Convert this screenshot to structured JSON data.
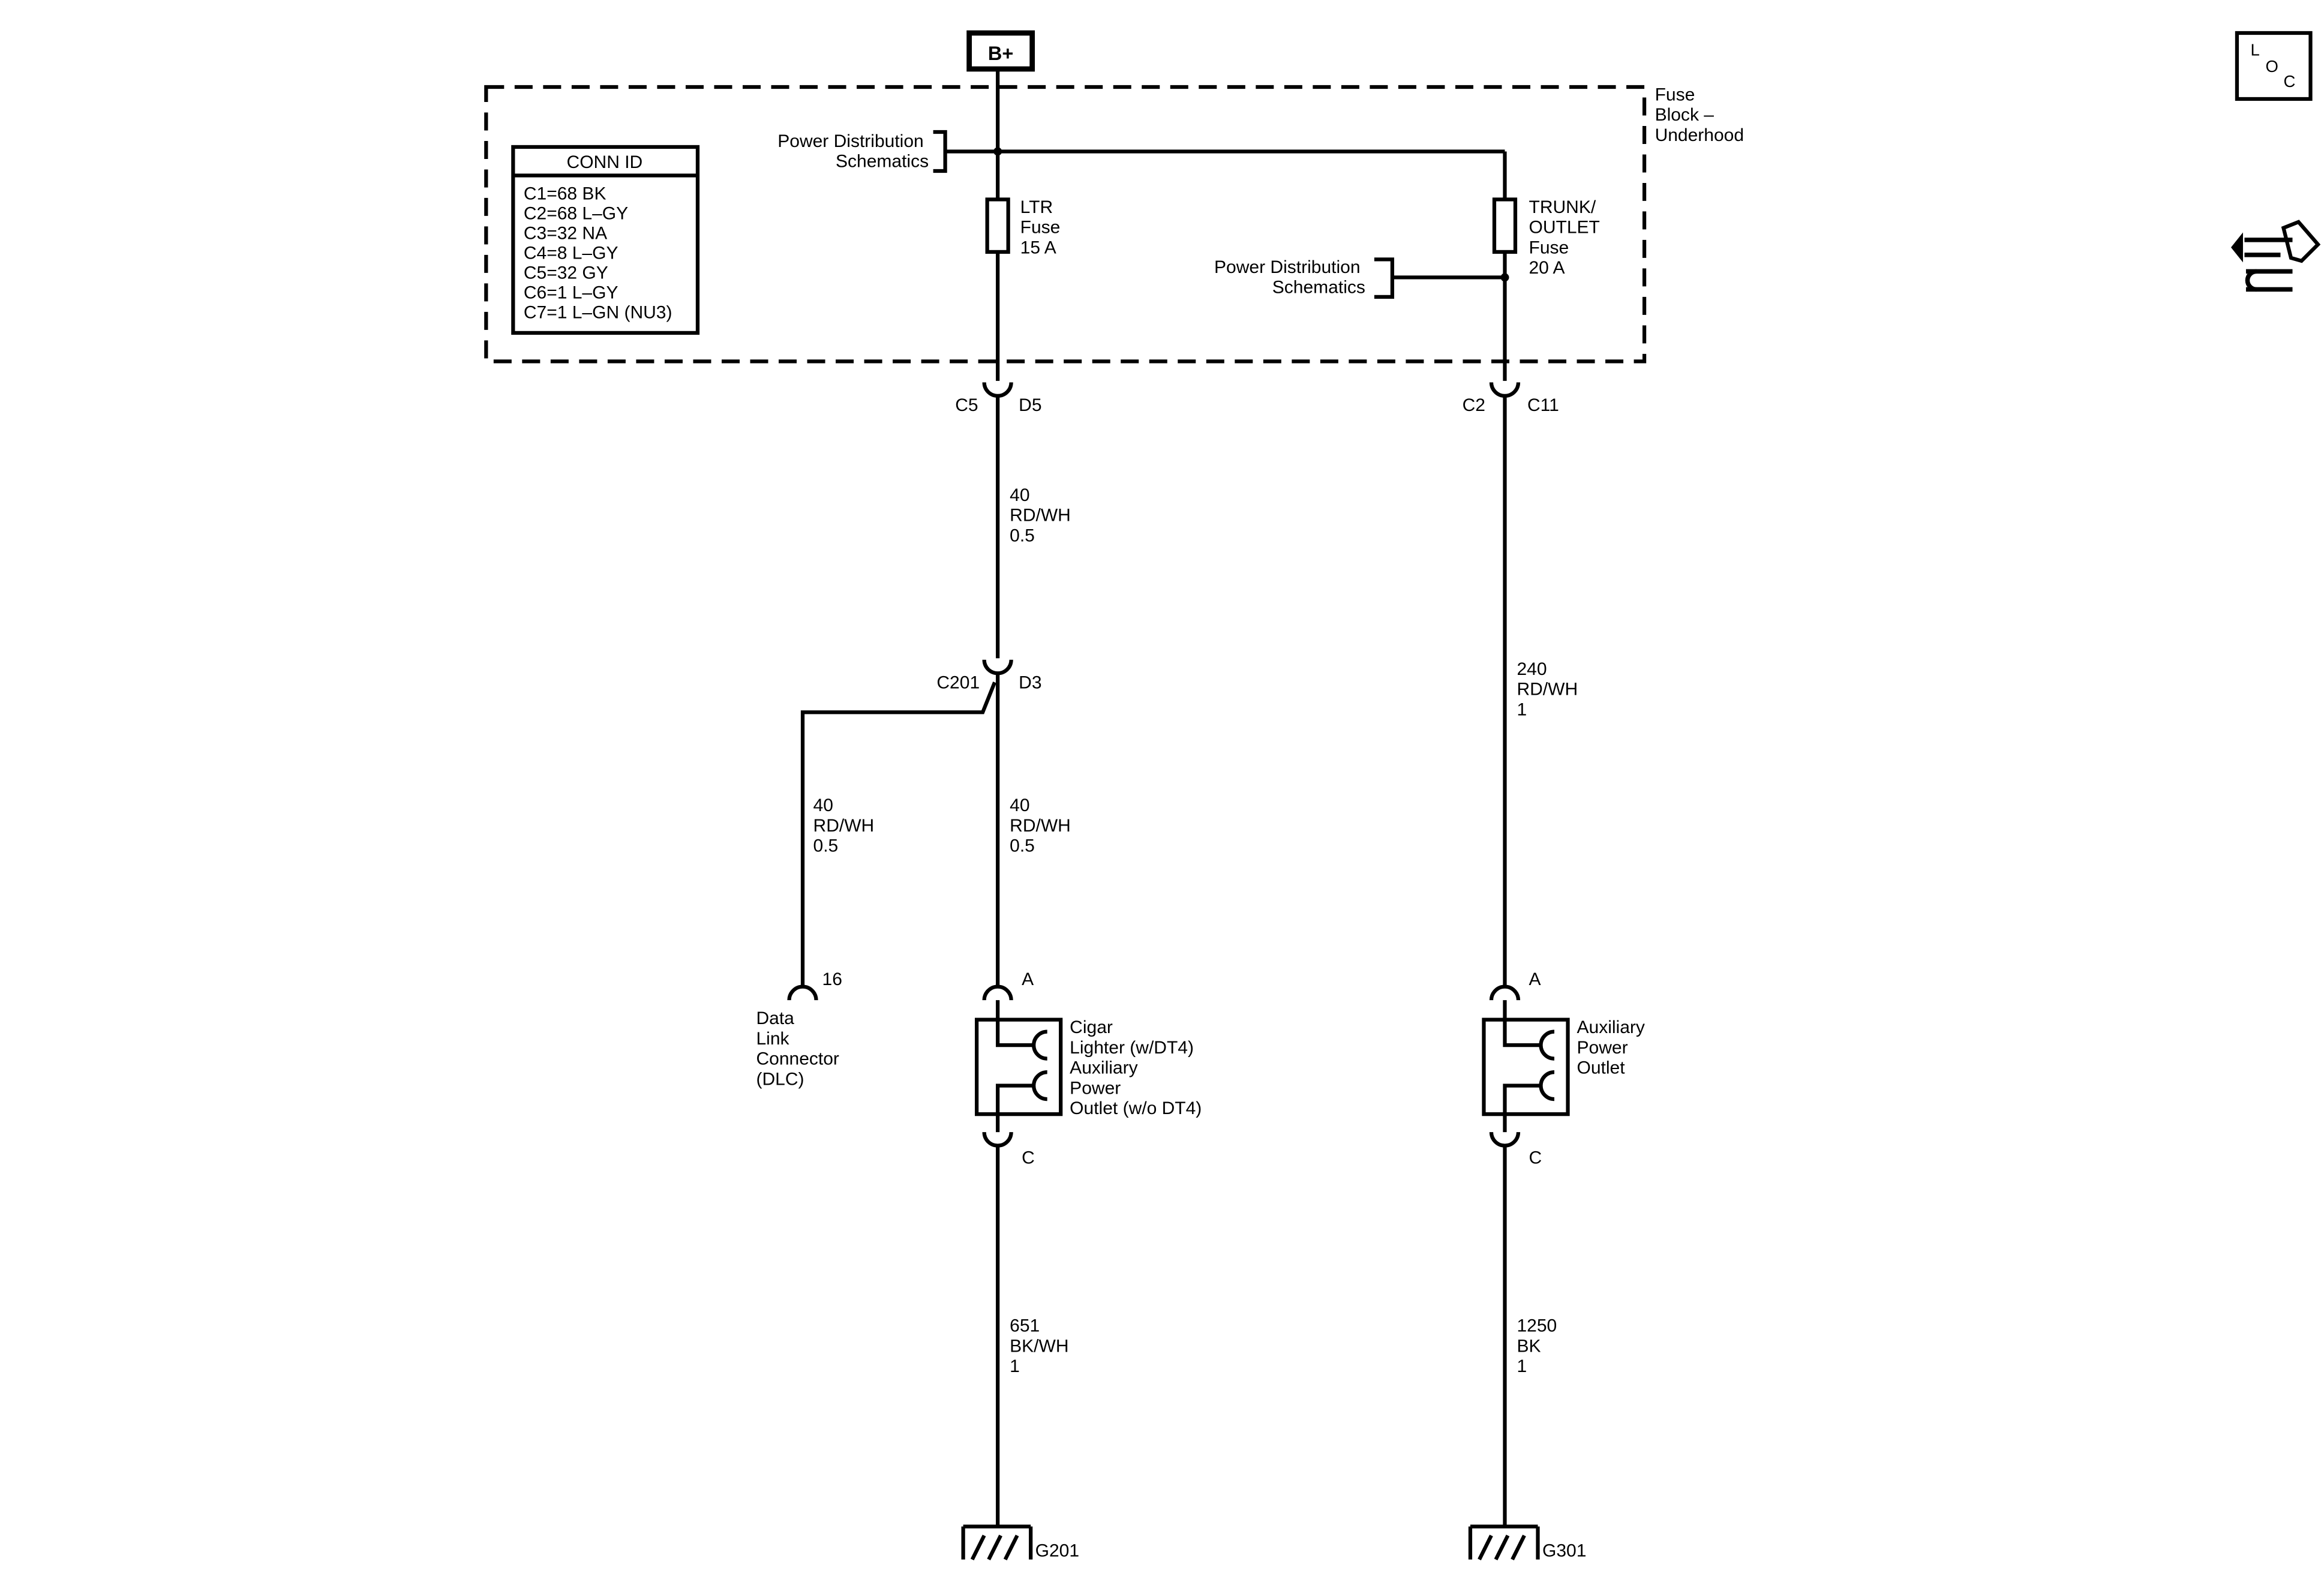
{
  "power_source": {
    "label": "B+"
  },
  "fuse_block": {
    "title_lines": [
      "Fuse",
      "Block –",
      "Underhood"
    ]
  },
  "conn_id": {
    "title": "CONN ID",
    "rows": [
      "C1=68 BK",
      "C2=68 L–GY",
      "C3=32 NA",
      "C4=8 L–GY",
      "C5=32 GY",
      "C6=1 L–GY",
      "C7=1 L–GN (NU3)"
    ]
  },
  "power_dist_top": {
    "lines": [
      "Power Distribution",
      "Schematics"
    ]
  },
  "power_dist_mid": {
    "lines": [
      "Power Distribution",
      "Schematics"
    ]
  },
  "fuse_ltr": {
    "lines": [
      "LTR",
      "Fuse",
      "15 A"
    ]
  },
  "fuse_trunk": {
    "lines": [
      "TRUNK/",
      "OUTLET",
      "Fuse",
      "20 A"
    ]
  },
  "pins": {
    "c5": "C5",
    "d5": "D5",
    "c2": "C2",
    "c11": "C11",
    "c201": "C201",
    "d3": "D3",
    "dlc_pin": "16",
    "cigar_a": "A",
    "cigar_c": "C",
    "aux_a": "A",
    "aux_c": "C"
  },
  "wires": {
    "w_ltr_1": [
      "40",
      "RD/WH",
      "0.5"
    ],
    "w_trunk": [
      "240",
      "RD/WH",
      "1"
    ],
    "w_dlc": [
      "40",
      "RD/WH",
      "0.5"
    ],
    "w_ltr_2": [
      "40",
      "RD/WH",
      "0.5"
    ],
    "w_gnd_left": [
      "651",
      "BK/WH",
      "1"
    ],
    "w_gnd_right": [
      "1250",
      "BK",
      "1"
    ]
  },
  "components": {
    "dlc": [
      "Data",
      "Link",
      "Connector",
      "(DLC)"
    ],
    "cigar": [
      "Cigar",
      "Lighter (w/DT4)",
      "Auxiliary",
      "Power",
      "Outlet (w/o DT4)"
    ],
    "aux": [
      "Auxiliary",
      "Power",
      "Outlet"
    ]
  },
  "grounds": {
    "left": "G201",
    "right": "G301"
  },
  "loc_icon": {
    "letters": [
      "L",
      "O",
      "C"
    ]
  },
  "icons": [
    "loc-icon",
    "wiring-connector-icon"
  ]
}
